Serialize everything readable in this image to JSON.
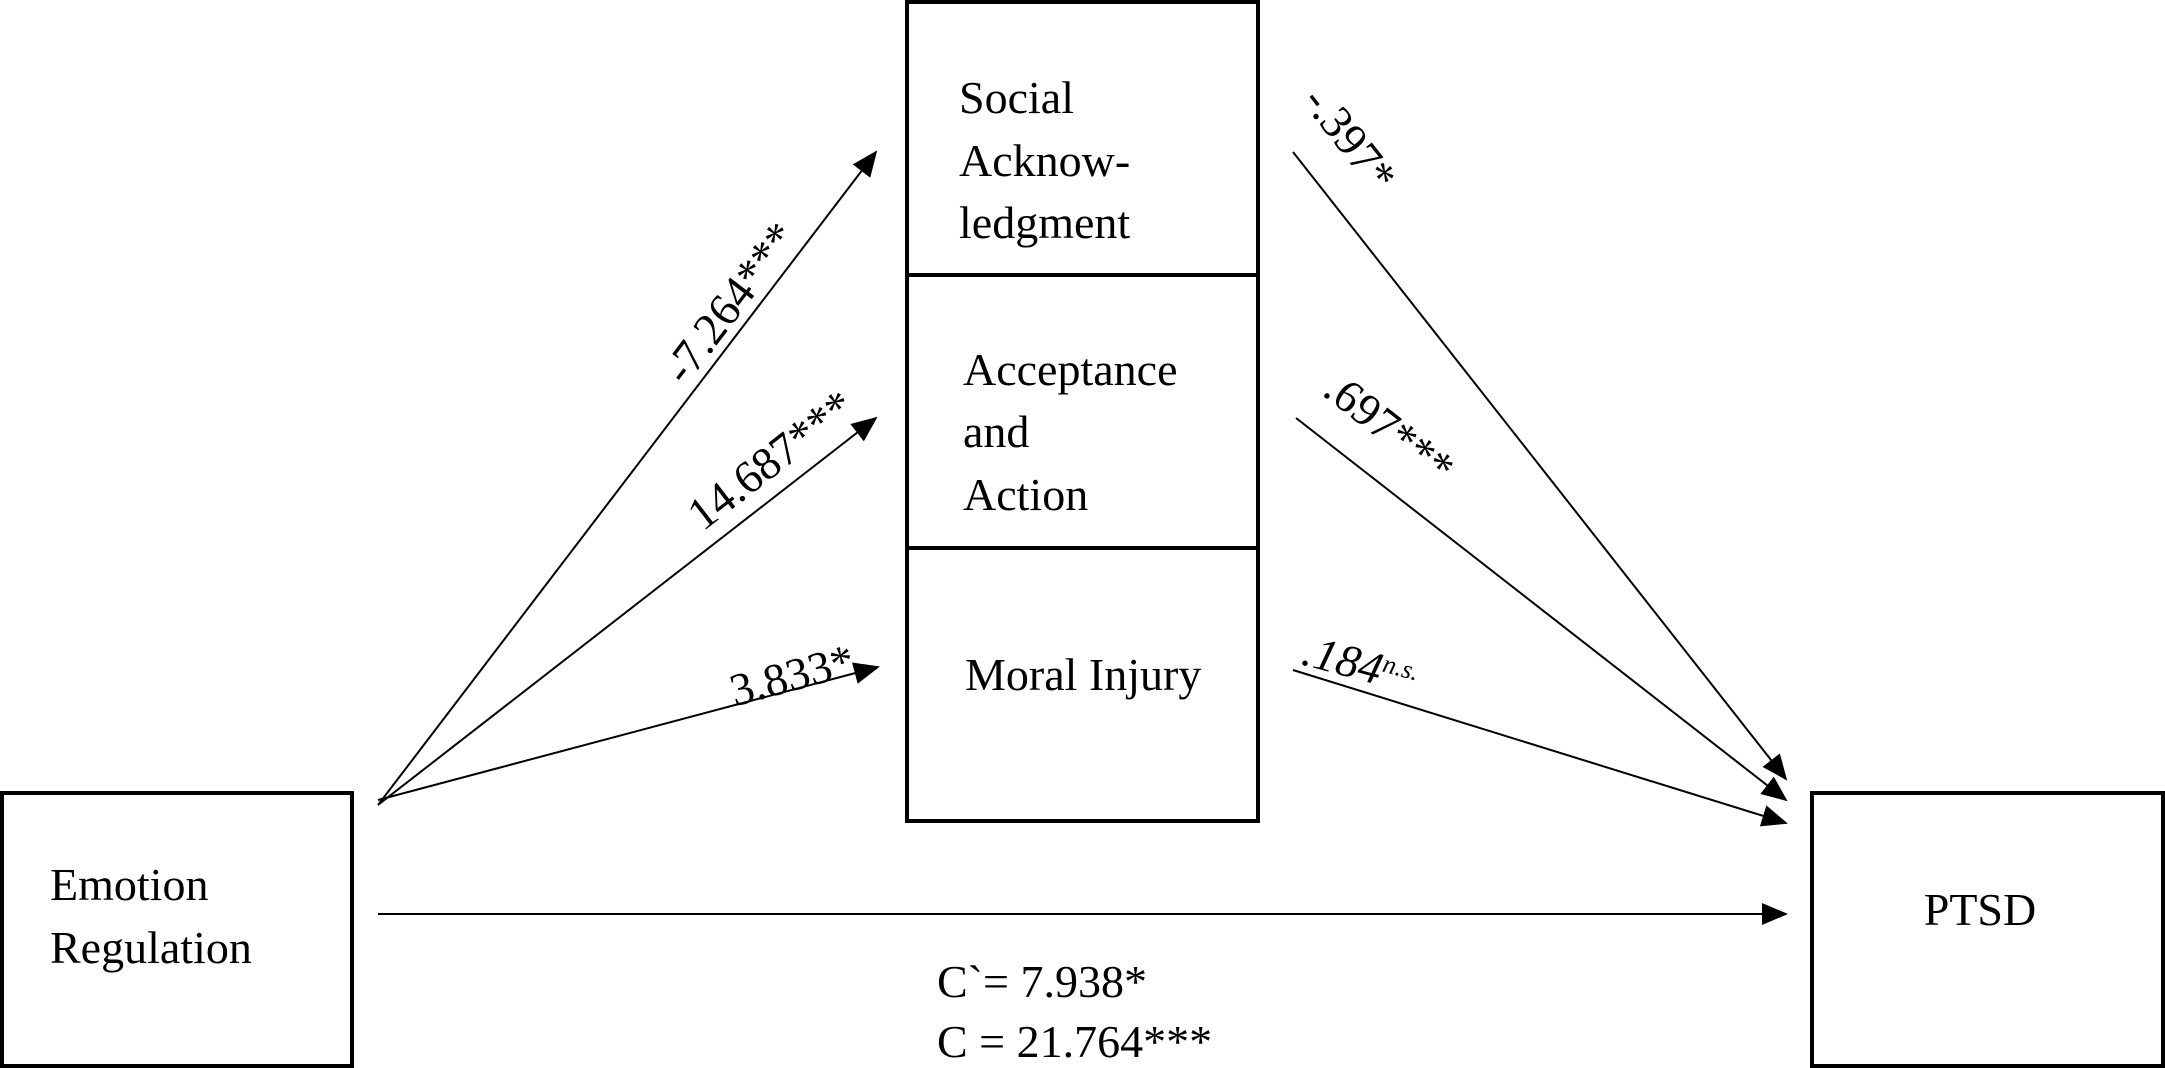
{
  "nodes": {
    "emotion_regulation": {
      "lines": [
        "Emotion",
        "Regulation"
      ]
    },
    "social_acknowledgment": {
      "lines": [
        "Social",
        "Acknow-",
        "ledgment"
      ]
    },
    "acceptance_action": {
      "lines": [
        "Acceptance",
        "and",
        "Action"
      ]
    },
    "moral_injury": {
      "lines": [
        "Moral Injury"
      ]
    },
    "ptsd": {
      "lines": [
        "PTSD"
      ]
    }
  },
  "paths": {
    "er_to_social": "-7.264***",
    "er_to_acceptance": "14.687***",
    "er_to_moral": "3.833*",
    "social_to_ptsd": "-.397*",
    "acceptance_to_ptsd": ".697***",
    "moral_to_ptsd": ".184",
    "moral_to_ptsd_sup": "n.s."
  },
  "effects": {
    "direct": "C`= 7.938*",
    "total": "C = 21.764***"
  }
}
